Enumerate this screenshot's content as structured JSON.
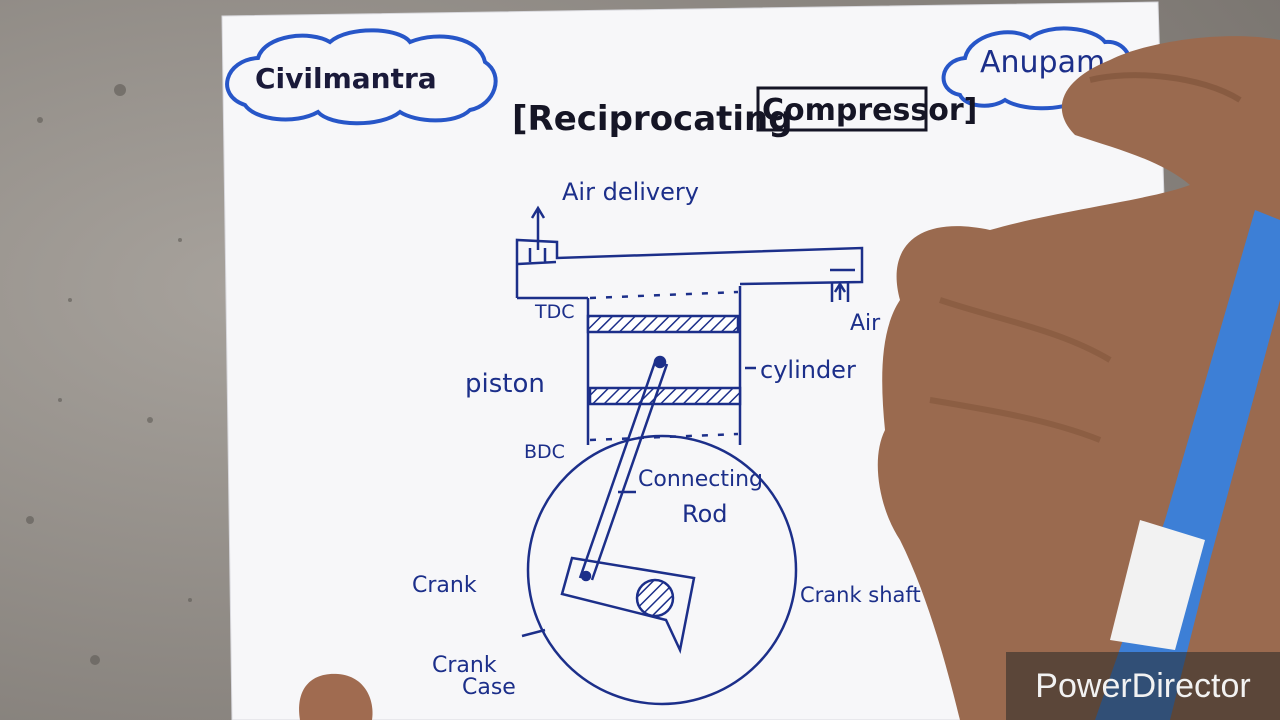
{
  "video": {
    "watermark": "PowerDirector"
  },
  "sheet": {
    "brand_left": "Civilmantra",
    "brand_right": "Anupam",
    "title_part1": "[Reciprocating",
    "title_part2": "Compressor]"
  },
  "diagram": {
    "labels": {
      "air_delivery": "Air delivery",
      "air_inlet": "Air",
      "tdc": "TDC",
      "bdc": "BDC",
      "piston": "piston",
      "cylinder": "cylinder",
      "connecting_rod_line1": "Connecting",
      "connecting_rod_line2": "Rod",
      "crank": "Crank",
      "crank_shaft": "Crank shaft",
      "crank_case_line1": "Crank",
      "crank_case_line2": "Case"
    },
    "ink_color": "#1c2f8a",
    "pen_color": "#2b6fd0"
  }
}
